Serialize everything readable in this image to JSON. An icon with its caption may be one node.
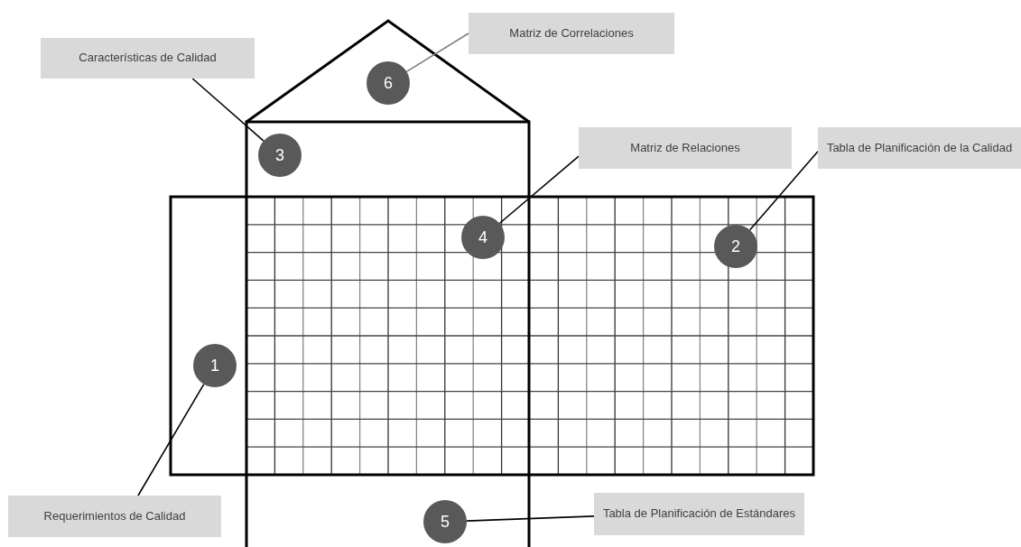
{
  "diagram": {
    "nodes": [
      {
        "text": [
          "Matriz de Correlaciones"
        ]
      },
      {
        "text": [
          "Características de Calidad"
        ]
      },
      {
        "text": [
          "6"
        ]
      },
      {
        "text": [
          "3"
        ]
      },
      {
        "text": [
          "Matriz de Relaciones"
        ]
      },
      {
        "text": [
          "Tabla de Planificación de la Calidad"
        ]
      },
      {
        "text": [
          "4"
        ]
      },
      {
        "text": [
          "2"
        ]
      },
      {
        "text": [
          "1"
        ]
      },
      {
        "text": [
          "Requerimientos de Calidad"
        ]
      },
      {
        "text": [
          "5"
        ]
      },
      {
        "text": [
          "Tabla de Planificación de Estándares"
        ]
      }
    ],
    "edges": [
      {
        "from": 0,
        "to": 2,
        "arrow": "none",
        "color": "#7f7f7f"
      },
      {
        "from": 1,
        "to": 3,
        "arrow": "none"
      },
      {
        "from": 4,
        "to": 6,
        "arrow": "none"
      },
      {
        "from": 5,
        "to": 7,
        "arrow": "none"
      },
      {
        "from": 9,
        "to": 8,
        "arrow": "none"
      },
      {
        "from": 11,
        "to": 10,
        "arrow": "none"
      }
    ]
  }
}
